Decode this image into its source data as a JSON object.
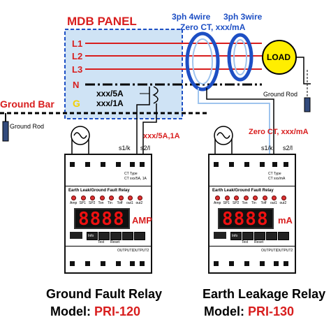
{
  "panel": {
    "title": "MDB PANEL",
    "lines": [
      "L1",
      "L2",
      "L3",
      "N",
      "G"
    ],
    "ct_label_1": "xxx/5A",
    "ct_label_2": "xxx/1A"
  },
  "ground_bar_label": "Ground Bar",
  "ground_rod_left": "Ground Rod",
  "ground_rod_right": "Ground Rod",
  "ct_left": {
    "line1": "3ph 4wire",
    "line2": "Zero CT, xxx/mA"
  },
  "ct_right": {
    "line1": "3ph 3wire"
  },
  "load_label": "LOAD",
  "ct_wire_label_left": "xxx/5A,1A",
  "ct_wire_label_right": "Zero CT, xxx/mA",
  "terminals": {
    "s1": "s1/k",
    "s2": "s2/l"
  },
  "relay_left": {
    "ct_type_label": "CT Type",
    "ct_type_value": "CT xxx/5A, 1A",
    "header": "Earth Leak/Ground Fault Relay",
    "led_labels": [
      "Amp",
      "SP1",
      "SP2",
      "Ton",
      "Tin",
      "Toff",
      "out1",
      "out2"
    ],
    "display": "8888",
    "unit": "AMP",
    "keys": [
      "Info",
      "",
      "",
      "",
      ""
    ],
    "key_labels": [
      "Test",
      "Reset"
    ],
    "outputs": [
      "OUTPUT1",
      "OUTPUT2"
    ],
    "caption": "Ground Fault Relay",
    "model_prefix": "Model: ",
    "model": "PRI-120"
  },
  "relay_right": {
    "ct_type_label": "CT Type",
    "ct_type_value": "CT xxx/mA",
    "header": "Earth Leak/Ground Fault Relay",
    "led_labels": [
      "Amp",
      "SP1",
      "SP2",
      "Ton",
      "Tin",
      "Toff",
      "out1",
      "out2"
    ],
    "display": "8888",
    "unit": "mA",
    "keys": [
      "Info",
      "",
      "",
      "",
      ""
    ],
    "key_labels": [
      "Test",
      "Reset"
    ],
    "outputs": [
      "OUTPUT1",
      "OUTPUT2"
    ],
    "caption": "Earth Leakage Relay",
    "model_prefix": "Model: ",
    "model": "PRI-130"
  },
  "colors": {
    "red": "#d81e1e",
    "blue": "#1d4fc4",
    "panel_fill": "#cfe3f5",
    "load_fill": "#ffee00"
  }
}
